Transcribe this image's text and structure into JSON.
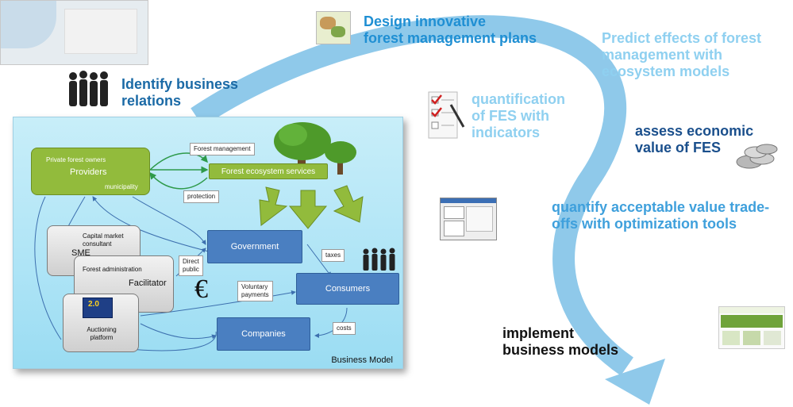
{
  "steps": {
    "identify": "Identify business\nrelations",
    "design": "Design innovative\nforest management plans",
    "predict": "Predict effects of forest\nmanagement with\necosystem models",
    "quantification": "quantification\nof FES with\nindicators",
    "assess": "assess economic\nvalue of FES",
    "tradeoffs": "quantify acceptable value trade-\noffs with optimization tools",
    "implement": "implement\nbusiness models"
  },
  "business_model": {
    "title": "Business Model",
    "providers": {
      "heading": "Private forest owners",
      "name": "Providers",
      "sub": "municipality"
    },
    "fes": "Forest ecosystem services",
    "forest_management": "Forest management",
    "protection": "protection",
    "sme": {
      "heading": "Capital market\nconsultant",
      "name": "SME"
    },
    "facilitator": {
      "heading": "Forest administration",
      "name": "Facilitator"
    },
    "auction": {
      "name": "Auctioning\nplatform",
      "badge": "2.0"
    },
    "government": "Government",
    "consumers": "Consumers",
    "companies": "Companies",
    "taxes": "taxes",
    "costs": "costs",
    "direct_public": "Direct\npublic",
    "voluntary": "Voluntary\npayments",
    "euro": "€"
  },
  "colors": {
    "arrow": "#8fc9ea",
    "green_box": "#92bb3c",
    "blue_box": "#4a7fc1"
  }
}
